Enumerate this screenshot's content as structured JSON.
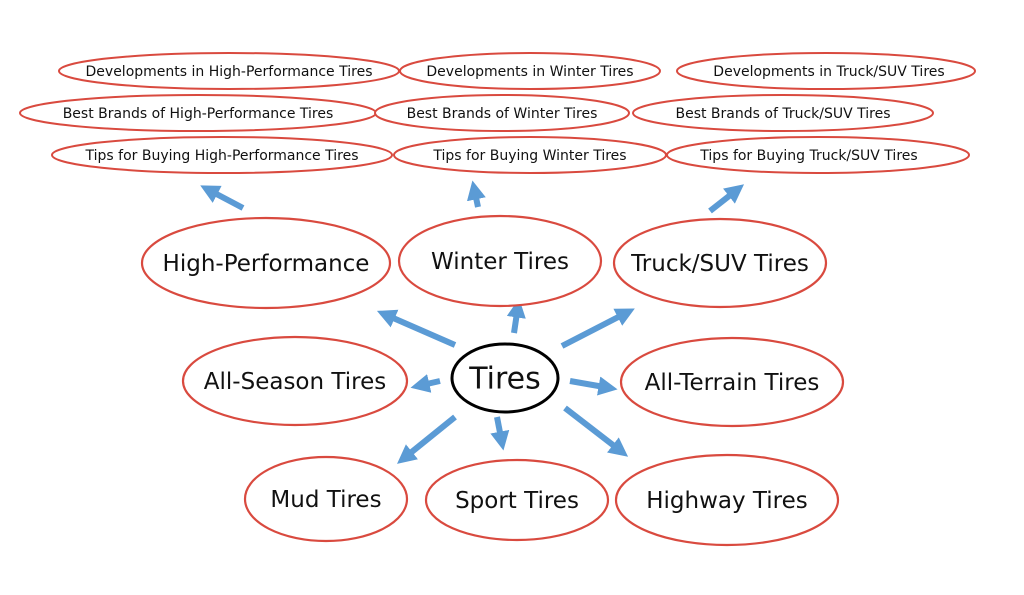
{
  "colors": {
    "node_outline": "#d94a3f",
    "center_outline": "#000000",
    "arrow": "#5b9bd5",
    "text": "#111111",
    "background": "#ffffff"
  },
  "center": {
    "label": "Tires"
  },
  "categories": {
    "high_performance": "High-Performance",
    "winter": "Winter Tires",
    "truck_suv": "Truck/SUV Tires",
    "all_season": "All-Season Tires",
    "all_terrain": "All-Terrain Tires",
    "mud": "Mud Tires",
    "sport": "Sport Tires",
    "highway": "Highway Tires"
  },
  "subtopics": {
    "high_performance": [
      "Developments in High-Performance Tires",
      "Best Brands of High-Performance Tires",
      "Tips for Buying High-Performance Tires"
    ],
    "winter": [
      "Developments in Winter Tires",
      "Best Brands of Winter Tires",
      "Tips for Buying Winter Tires"
    ],
    "truck_suv": [
      "Developments in Truck/SUV Tires",
      "Best Brands of Truck/SUV Tires",
      "Tips for Buying Truck/SUV Tires"
    ]
  }
}
